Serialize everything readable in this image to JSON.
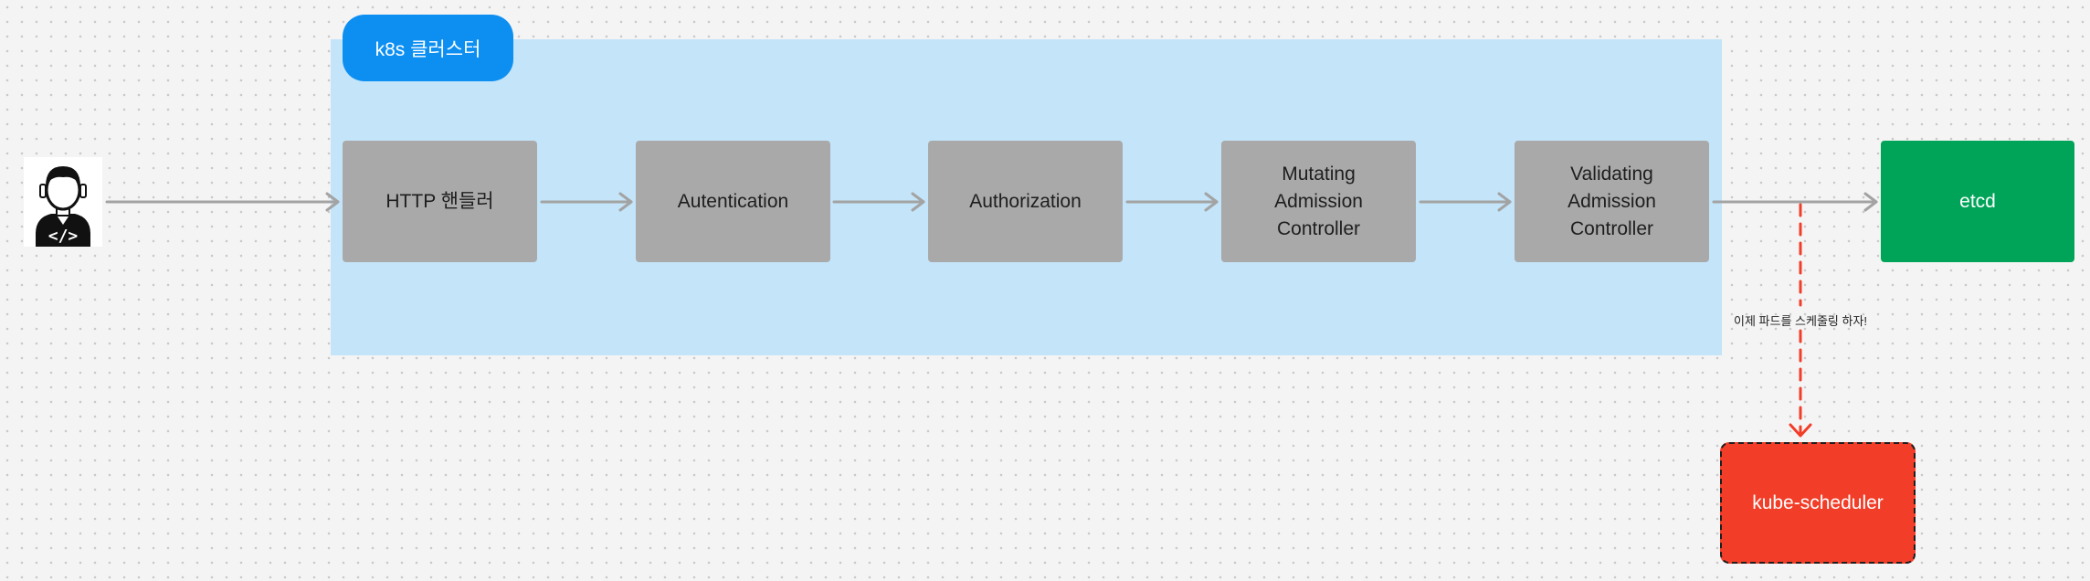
{
  "cluster": {
    "label": "k8s 클러스터"
  },
  "nodes": {
    "http_handler": "HTTP 핸들러",
    "authentication": "Autentication",
    "authorization": "Authorization",
    "mutating": [
      "Mutating",
      "Admission",
      "Controller"
    ],
    "validating": [
      "Validating",
      "Admission",
      "Controller"
    ],
    "etcd": "etcd",
    "kube_scheduler": "kube-scheduler"
  },
  "edge_note": "이제 파드를 스케줄링 하자!",
  "colors": {
    "cluster_bg": "#c3e4f9",
    "cluster_tag": "#0d8ff2",
    "step_node": "#a9a9a9",
    "etcd": "#00a458",
    "scheduler": "#f23d28",
    "arrow": "#a3a3a3",
    "dashed_arrow": "#f23d28"
  },
  "icons": {
    "user": "developer-icon"
  }
}
